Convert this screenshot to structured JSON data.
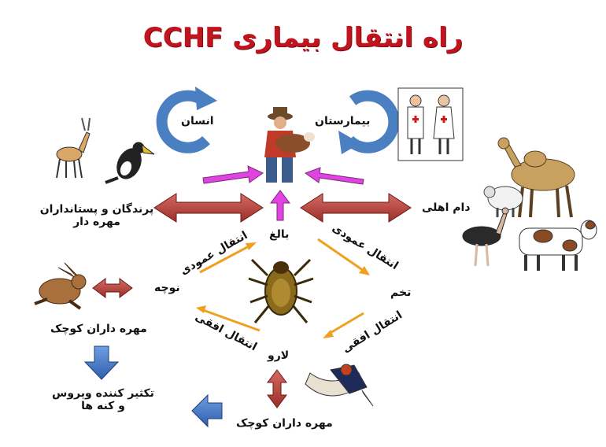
{
  "title": "راه انتقال بیماری CCHF",
  "labels": {
    "human": "انسان",
    "hospital": "بیمارستان",
    "birds_mammals_line1": "پرندگان و پستانداران",
    "birds_mammals_line2": "مهره دار",
    "livestock": "دام اهلی",
    "adult": "بالغ",
    "nymph": "نوچه",
    "egg": "تخم",
    "larva": "لارو",
    "vertical_left": "انتقال عمودی",
    "vertical_right": "انتقال عمودی",
    "horizontal_left": "انتقال افقی",
    "horizontal_right": "انتقال افقی",
    "small_vertebrates_left": "مهره داران کوچک",
    "small_vertebrates_bottom": "مهره داران کوچک",
    "amplifier_line1": "تکثیر کننده ویروس",
    "amplifier_line2": "و کنه ها"
  },
  "colors": {
    "title": "#c0141e",
    "cycle_blue": "#4a7fc1",
    "magenta": "#e043e0",
    "red_arrow": "#b8403a",
    "orange_arrow": "#f0a020",
    "blue_arrow": "#3f74c4"
  }
}
